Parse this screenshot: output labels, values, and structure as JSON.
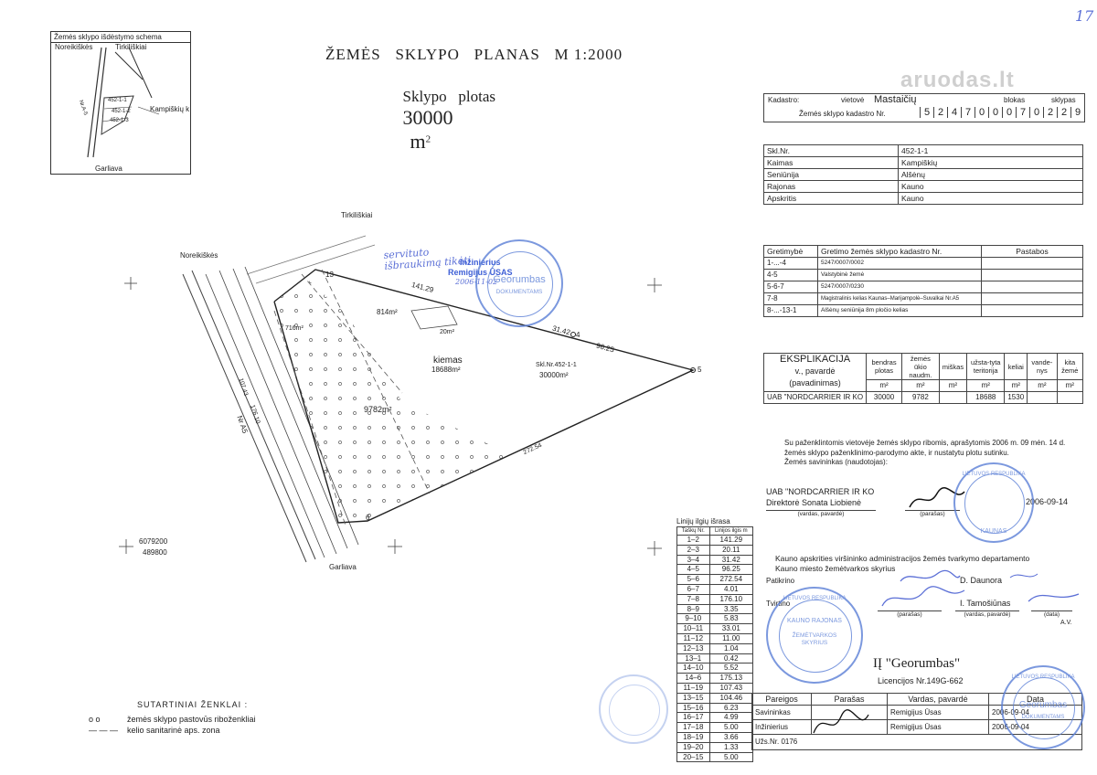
{
  "page_number": "17",
  "watermark": "aruodas.lt",
  "title": {
    "line1": "ŽEMĖS   SKLYPO   PLANAS   M 1:2000",
    "line2": "Sklypo   plotas",
    "area_value": "30000",
    "area_unit": "m",
    "area_sup": "2"
  },
  "location_scheme": {
    "title": "Žemės sklypo išdėstymo schema",
    "labels": [
      "Noreikiškės",
      "Tirkiliškiai",
      "Kampiškių k",
      "Garliava",
      "Nr.A-5",
      "452-1-1",
      "452-1-2",
      "452-1-3"
    ]
  },
  "cadastre_header": {
    "kadastro_label": "Kadastro:",
    "vietove_label": "vietovė",
    "vietove_value": "Mastaičių",
    "blokas_label": "blokas",
    "sklypas_label": "sklypas",
    "nr_label": "Žemės sklypo kadastro Nr.",
    "digits": [
      "5",
      "2",
      "4",
      "7",
      "0",
      "0",
      "0",
      "7",
      "0",
      "2",
      "2",
      "9"
    ]
  },
  "plot_info": [
    {
      "label": "Skl.Nr.",
      "value": "452-1-1"
    },
    {
      "label": "Kaimas",
      "value": "Kampiškių"
    },
    {
      "label": "Seniūnija",
      "value": "Alšėnų"
    },
    {
      "label": "Rajonas",
      "value": "Kauno"
    },
    {
      "label": "Apskritis",
      "value": "Kauno"
    }
  ],
  "neighbours": {
    "headers": [
      "Gretimybė",
      "Gretimo žemės sklypo kadastro Nr.",
      "Pastabos"
    ],
    "rows": [
      {
        "range": "1-...-4",
        "value": "5247/0007/0002"
      },
      {
        "range": "4-5",
        "value": "Valstybinė žemė"
      },
      {
        "range": "5-6-7",
        "value": "5247/0007/0230"
      },
      {
        "range": "7-8",
        "value": "Magistralinis kelias Kaunas–Marijampolė–Suvalkai Nr.A5"
      },
      {
        "range": "8-...-13-1",
        "value": "Alšėnų seniūnija 8m pločio kelias"
      }
    ]
  },
  "explication": {
    "title": "EKSPLIKACIJA",
    "subtitle1": "v., pavardė",
    "subtitle2": "(pavadinimas)",
    "columns": [
      "bendras plotas",
      "žemės ūkio naudm.",
      "miškas",
      "užsta-tyta teritorija",
      "keliai",
      "vande-nys",
      "kita žemė"
    ],
    "unit": "m²",
    "row": {
      "name": "UAB \"NORDCARRIER IR KO",
      "values": [
        "30000",
        "9782",
        "",
        "18688",
        "1530",
        "",
        ""
      ]
    }
  },
  "agreement_text": [
    "Su paženklintomis vietovėje žemės sklypo ribomis, aprašytomis 2006 m. 09 mėn. 14 d.",
    "žemės sklypo paženklinimo-parodymo akte, ir nustatytu plotu sutinku.",
    "Žemės savininkas (naudotojas):"
  ],
  "owner": {
    "company": "UAB \"NORDCARRIER IR KO",
    "director": "Direktorė Sonata Liobienė",
    "caption_name": "(vardas, pavardė)",
    "caption_sign": "(parašas)",
    "date": "2006-09-14"
  },
  "department": {
    "line1": "Kauno apskrities viršininko administracijos žemės tvarkymo departamento",
    "line2": "Kauno miesto žemėtvarkos skyrius",
    "patikrino": "Patikrino",
    "patikrino_name": "D. Daunora",
    "tvirtino": "Tvirtino",
    "tvirtino_name": "I. Tamošiūnas",
    "caption_sign": "(parašas)",
    "caption_name": "(vardas, pavardė)",
    "caption_date": "(data)",
    "av": "A.V."
  },
  "firm": {
    "name": "IĮ \"Georumbas\"",
    "license": "Licencijos Nr.149G-662"
  },
  "signatures": {
    "headers": [
      "Pareigos",
      "Parašas",
      "Vardas, pavardė",
      "Data"
    ],
    "rows": [
      {
        "role": "Savininkas",
        "name": "Remigijus Ūsas",
        "date": "2006-09-04"
      },
      {
        "role": "Inžinierius",
        "name": "Remigijus Ūsas",
        "date": "2006-09-04"
      }
    ],
    "order_nr": "Užs.Nr. 0176"
  },
  "lengths": {
    "title": "Linijų ilgių išrasa",
    "headers": [
      "Taškų Nr.",
      "Linijos ilgis m"
    ],
    "rows": [
      [
        "1–2",
        "141.29"
      ],
      [
        "2–3",
        "20.11"
      ],
      [
        "3–4",
        "31.42"
      ],
      [
        "4–5",
        "96.25"
      ],
      [
        "5–6",
        "272.54"
      ],
      [
        "6–7",
        "4.01"
      ],
      [
        "7–8",
        "176.10"
      ],
      [
        "8–9",
        "3.35"
      ],
      [
        "9–10",
        "5.83"
      ],
      [
        "10–11",
        "33.01"
      ],
      [
        "11–12",
        "11.00"
      ],
      [
        "12–13",
        "1.04"
      ],
      [
        "13–1",
        "0.42"
      ],
      [
        "14–10",
        "5.52"
      ],
      [
        "14–6",
        "175.13"
      ],
      [
        "11–19",
        "107.43"
      ],
      [
        "13–15",
        "104.46"
      ],
      [
        "15–16",
        "6.23"
      ],
      [
        "16–17",
        "4.99"
      ],
      [
        "17–18",
        "5.00"
      ],
      [
        "18–19",
        "3.66"
      ],
      [
        "19–20",
        "1.33"
      ],
      [
        "20–15",
        "5.00"
      ]
    ]
  },
  "legend": {
    "title": "SUTARTINIAI ŽENKLAI :",
    "items": [
      {
        "symbol": "o o",
        "label": "žemės sklypo pastovūs riboženkliai"
      },
      {
        "symbol": "— — —",
        "label": "kelio sanitarinė aps. zona"
      }
    ]
  },
  "map": {
    "tirkiliskiai": "Tirkiliškiai",
    "noreikiskes": "Noreikiškės",
    "garliava": "Garliava",
    "road": "Nr A5",
    "coord_y": "6079200",
    "coord_x": "489800",
    "kiemas": "kiemas",
    "kiemas_area": "18688m²",
    "skl_nr": "Skl.Nr.452-1-1",
    "skl_area": "30000m²",
    "area_9782": "9782m²",
    "area_814": "814m²",
    "area_716": "716m²",
    "area_20": "20m²",
    "len_14129": "141.29",
    "len_3142": "31.42",
    "len_9625": "96.25",
    "len_27254": "272.54",
    "len_17610": "176.10",
    "len_10743": "107.43",
    "pt_13": "13",
    "pt_4": "4",
    "pt_5": "5",
    "pt_6": "6",
    "handwritten": "servituto išbraukimą tikėti",
    "stamp1_line1": "Inžinierius",
    "stamp1_line2": "Remigijus ŪSAS",
    "stamp1_date": "2006-11-02"
  },
  "stamps": {
    "georumbas": "Georumbas",
    "dokumentams": "DOKUMENTAMS",
    "lr": "LIETUVOS RESPUBLIKA",
    "kaunas": "KAUNAS",
    "zemetvarkos": "ŽEMĖTVARKOS SKYRIUS",
    "rajonas": "KAUNO RAJONAS"
  }
}
